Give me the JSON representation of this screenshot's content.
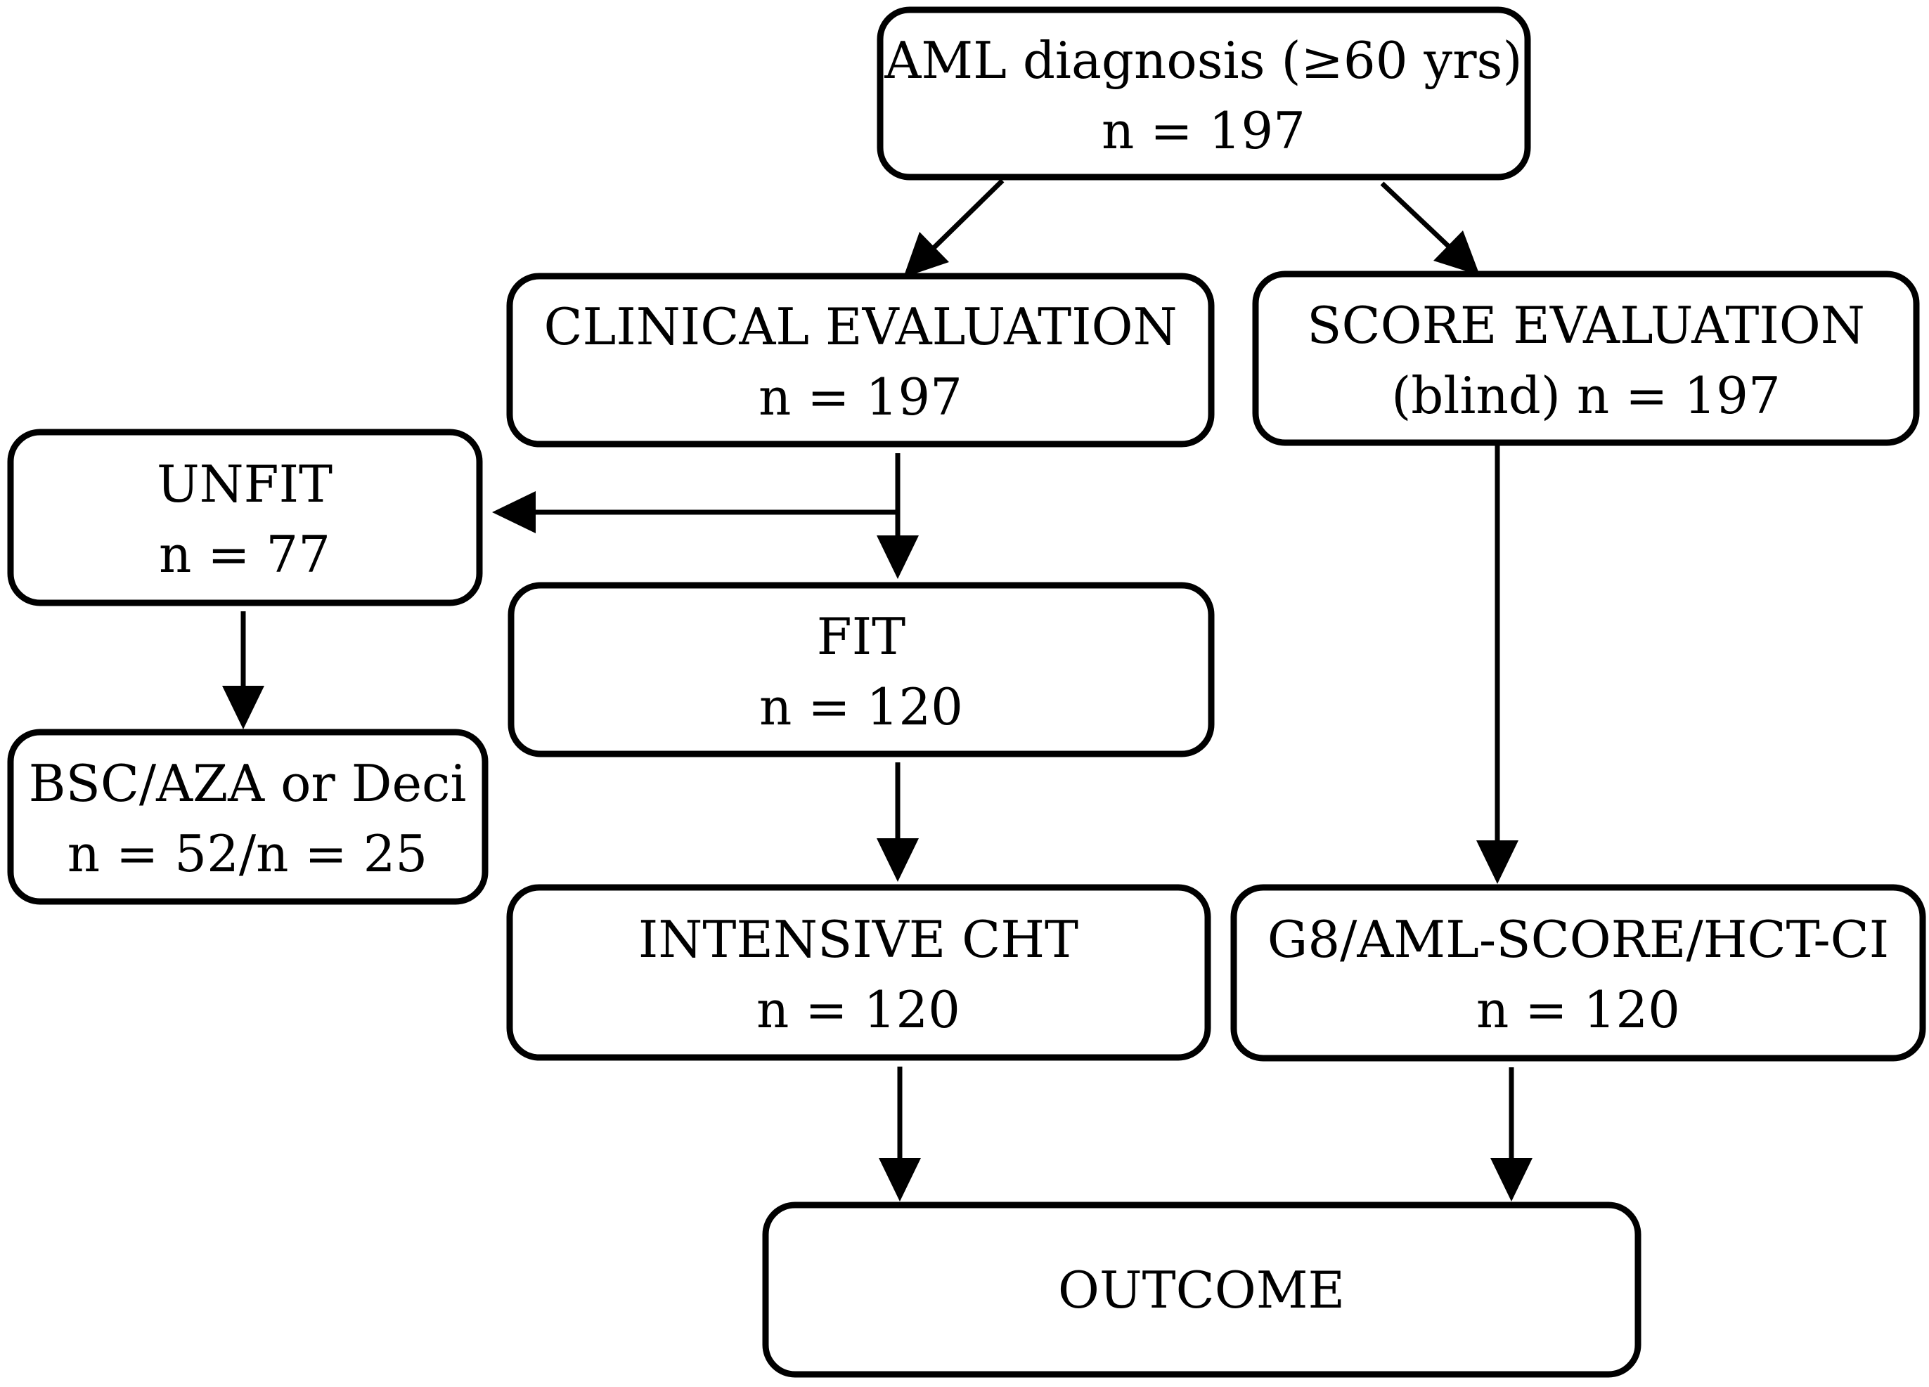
{
  "figure": {
    "title": "AML patient evaluation flowchart",
    "background_color": "#ffffff",
    "stroke_color": "#000000",
    "text_color": "#000000"
  },
  "nodes": {
    "aml": {
      "line1": "AML diagnosis (≥60 yrs)",
      "line2": "n = 197"
    },
    "clinical": {
      "line1": "CLINICAL EVALUATION",
      "line2": "n = 197"
    },
    "score": {
      "line1": "SCORE EVALUATION",
      "line2": "(blind) n = 197"
    },
    "unfit": {
      "line1": "UNFIT",
      "line2": "n = 77"
    },
    "fit": {
      "line1": "FIT",
      "line2": "n = 120"
    },
    "bsc": {
      "line1": "BSC/AZA or Deci",
      "line2": "n = 52/n = 25"
    },
    "intensive": {
      "line1": "INTENSIVE CHT",
      "line2": "n = 120"
    },
    "g8": {
      "line1": "G8/AML-SCORE/HCT-CI",
      "line2": "n = 120"
    },
    "outcome": {
      "line1": "OUTCOME"
    }
  },
  "edges": [
    {
      "from": "AML diagnosis (≥60 yrs)",
      "to": "CLINICAL EVALUATION"
    },
    {
      "from": "AML diagnosis (≥60 yrs)",
      "to": "SCORE EVALUATION"
    },
    {
      "from": "CLINICAL EVALUATION",
      "to": "UNFIT"
    },
    {
      "from": "CLINICAL EVALUATION",
      "to": "FIT"
    },
    {
      "from": "UNFIT",
      "to": "BSC/AZA or Deci"
    },
    {
      "from": "FIT",
      "to": "INTENSIVE CHT"
    },
    {
      "from": "INTENSIVE CHT",
      "to": "OUTCOME"
    },
    {
      "from": "SCORE EVALUATION",
      "to": "G8/AML-SCORE/HCT-CI"
    },
    {
      "from": "G8/AML-SCORE/HCT-CI",
      "to": "OUTCOME"
    }
  ]
}
